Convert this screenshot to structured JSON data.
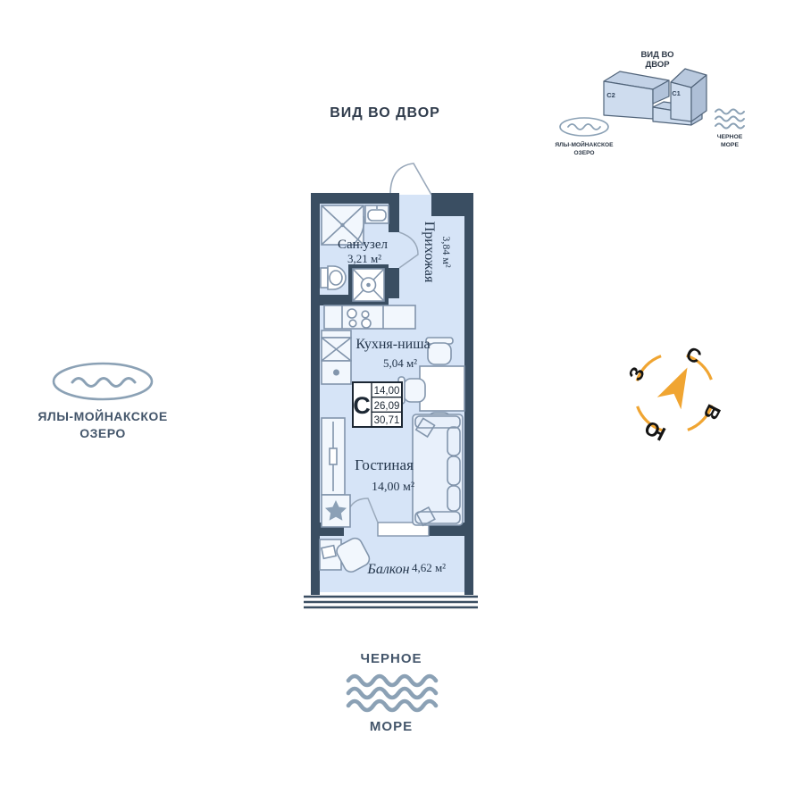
{
  "colors": {
    "wall": "#3a4e62",
    "floor": "#d6e4f7",
    "furniture_line": "#8295ac",
    "plan_text": "#24364c",
    "label_text": "#303c4c",
    "water": "#8ba1b5",
    "compass_orange": "#f0a532"
  },
  "top_view_label": "ВИД ВО ДВОР",
  "minimap": {
    "view_label_line1": "ВИД ВО",
    "view_label_line2": "ДВОР",
    "building_left_label": "С2",
    "building_right_label": "С1",
    "lake_line1": "ЯЛЫ-МОЙНАКСКОЕ",
    "lake_line2": "ОЗЕРО",
    "sea_line1": "ЧЕРНОЕ",
    "sea_line2": "МОРЕ"
  },
  "lake_label": {
    "line1": "ЯЛЫ-МОЙНАКСКОЕ",
    "line2": "ОЗЕРО"
  },
  "sea_label": {
    "line1": "ЧЕРНОЕ",
    "line2": "МОРЕ"
  },
  "compass": {
    "north": "С",
    "east": "В",
    "south": "Ю",
    "west": "З"
  },
  "plan": {
    "rooms": {
      "bathroom": {
        "name": "Сан.узел",
        "area": "3,21 м²"
      },
      "hallway": {
        "name": "Прихожая",
        "area": "3,84 м²"
      },
      "kitchen": {
        "name": "Кухня-ниша",
        "area": "5,04 м²"
      },
      "living": {
        "name": "Гостиная",
        "area": "14,00 м²"
      },
      "balcony": {
        "name": "Балкон",
        "area": "4,62 м²"
      }
    },
    "stamp": {
      "letter": "С",
      "values": [
        "14,00",
        "26,09",
        "30,71"
      ]
    }
  }
}
